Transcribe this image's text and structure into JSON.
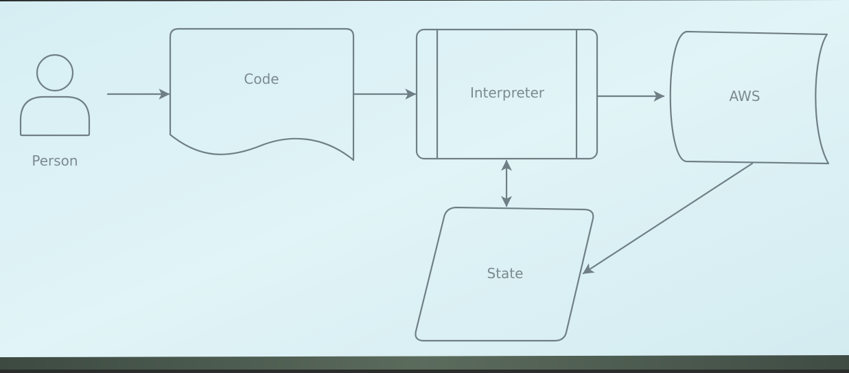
{
  "diagram": {
    "nodes": {
      "person": {
        "label": "Person",
        "shape": "actor"
      },
      "code": {
        "label": "Code",
        "shape": "document"
      },
      "interpreter": {
        "label": "Interpreter",
        "shape": "predefined-process"
      },
      "aws": {
        "label": "AWS",
        "shape": "stored-data"
      },
      "state": {
        "label": "State",
        "shape": "data-parallelogram"
      }
    },
    "edges": [
      {
        "from": "person",
        "to": "code",
        "direction": "forward"
      },
      {
        "from": "code",
        "to": "interpreter",
        "direction": "forward"
      },
      {
        "from": "interpreter",
        "to": "aws",
        "direction": "forward"
      },
      {
        "from": "interpreter",
        "to": "state",
        "direction": "both"
      },
      {
        "from": "aws",
        "to": "state",
        "direction": "forward"
      }
    ]
  },
  "colors": {
    "slide_background": "#dcf1f5",
    "stroke": "#6f7f85",
    "text": "#7c8a90",
    "projector_frame": "#2a2d2c"
  }
}
